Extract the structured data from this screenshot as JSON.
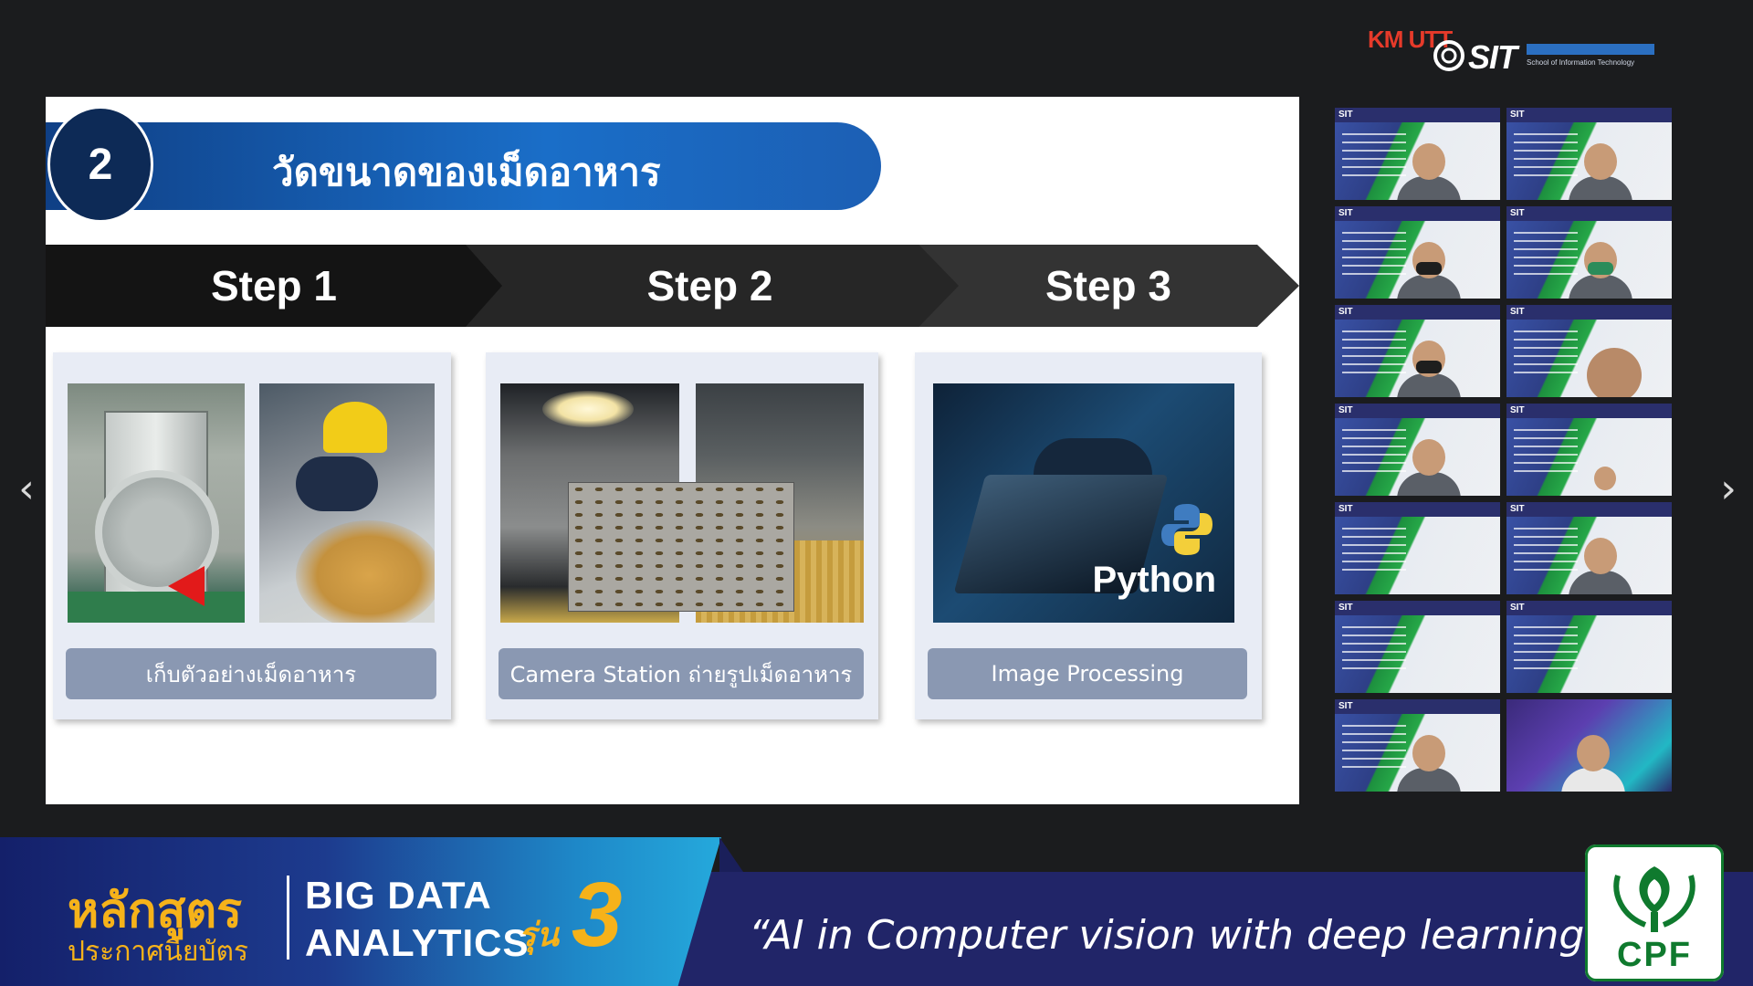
{
  "logos": {
    "kmutt": "KM UTT",
    "sit": "SIT",
    "sit_subtitle": "School of Information Technology"
  },
  "slide": {
    "number": "2",
    "title": "วัดขนาดของเม็ดอาหาร",
    "steps": [
      "Step 1",
      "Step 2",
      "Step 3"
    ],
    "cards": [
      {
        "label": "เก็บตัวอย่างเม็ดอาหาร"
      },
      {
        "label": "Camera Station ถ่ายรูปเม็ดอาหาร"
      },
      {
        "label": "Image Processing",
        "image_text": "Python"
      }
    ]
  },
  "nav": {
    "prev_icon": "‹",
    "next_icon": "›"
  },
  "participants": {
    "tile_logo": "SIT"
  },
  "banner": {
    "course_title": "หลักสูตร",
    "course_subtitle": "ประกาศนียบัตร",
    "program_line1": "BIG DATA",
    "program_line2": "ANALYTICS",
    "batch_label": "รุ่น",
    "batch_number": "3",
    "quote": "“AI in Computer vision with deep learning”",
    "cpf_logo": "CPF"
  },
  "colors": {
    "accent_blue": "#1a6ec8",
    "banner_navy": "#212568",
    "banner_gold": "#f6b21a",
    "cpf_green": "#0f7a2e"
  }
}
